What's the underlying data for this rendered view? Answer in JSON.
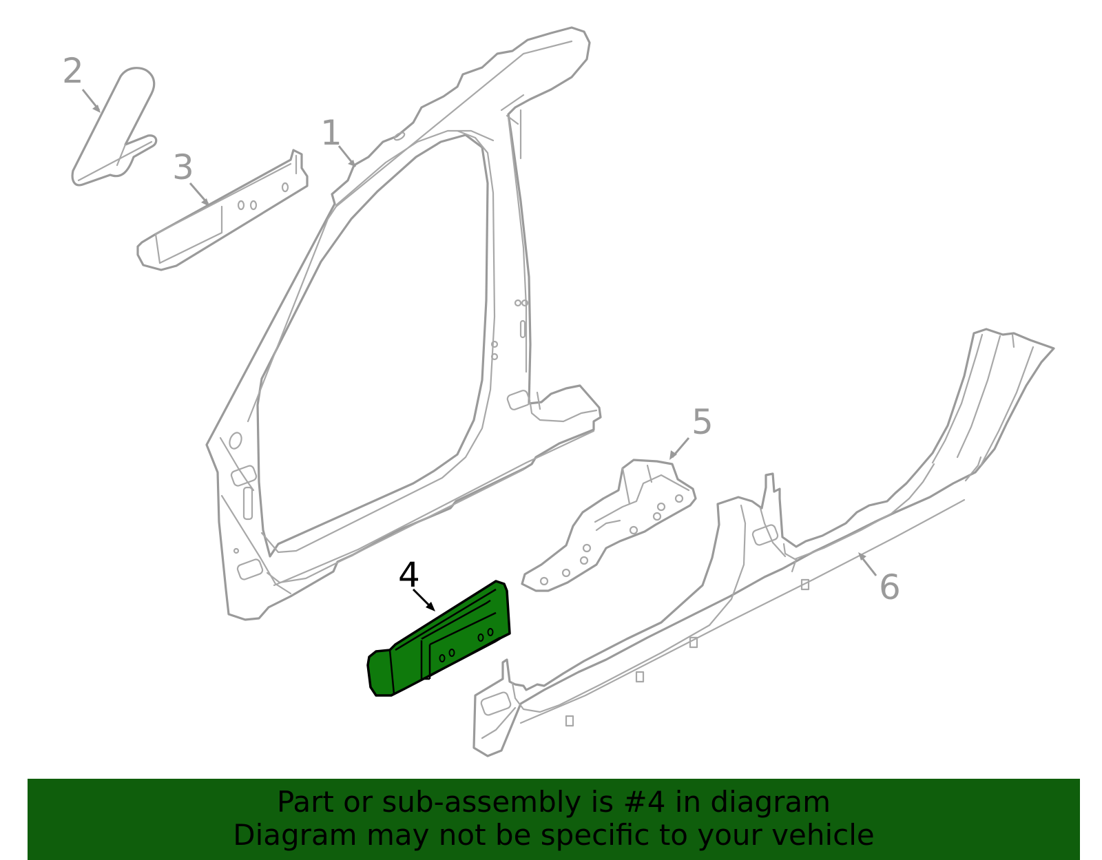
{
  "diagram": {
    "callouts": [
      "1",
      "2",
      "3",
      "4",
      "5",
      "6"
    ],
    "highlighted_part": "4",
    "colors": {
      "part_outline": "#9a9a9a",
      "highlight_fill": "#0f7a0c",
      "highlight_outline": "#000000",
      "banner_background": "#0f5e0c"
    }
  },
  "banner": {
    "line1": "Part or sub-assembly is #4 in diagram",
    "line2": "Diagram may not be specific to your vehicle"
  }
}
